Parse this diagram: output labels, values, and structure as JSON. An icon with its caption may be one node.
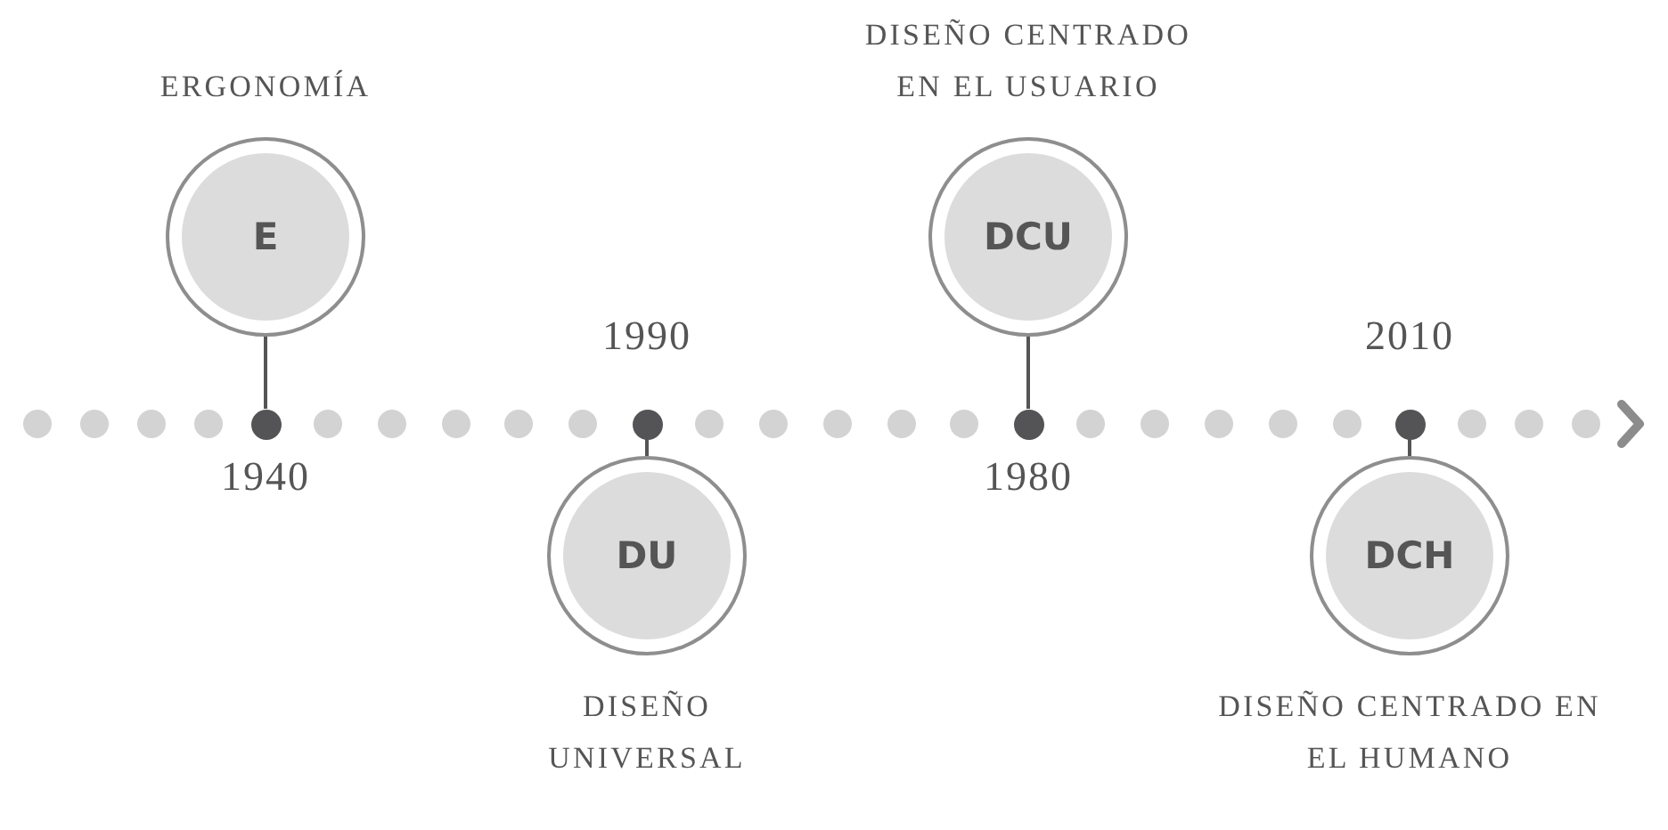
{
  "diagram": {
    "nodes": [
      {
        "text": [
          "ERGONOMÍA",
          "E"
        ]
      },
      {
        "text": [
          "DU",
          "DISEÑO UNIVERSAL"
        ]
      },
      {
        "text": [
          "DISEÑO CENTRADO EN EL USUARIO",
          "DCU"
        ]
      },
      {
        "text": [
          "DCH",
          "DISEÑO CENTRADO EN EL HUMANO"
        ]
      },
      {
        "text": [],
        "shape": "circle",
        "beside": [
          "1940"
        ]
      },
      {
        "text": [],
        "shape": "circle",
        "beside": [
          "1990"
        ]
      },
      {
        "text": [],
        "shape": "circle",
        "beside": [
          "1980"
        ]
      },
      {
        "text": [],
        "shape": "circle",
        "beside": [
          "2010"
        ]
      }
    ],
    "edges": [
      {
        "from": 0,
        "to": 4,
        "arrow": "none"
      },
      {
        "from": 1,
        "to": 5,
        "arrow": "none"
      },
      {
        "from": 2,
        "to": 6,
        "arrow": "none"
      },
      {
        "from": 3,
        "to": 7,
        "arrow": "none"
      }
    ]
  }
}
